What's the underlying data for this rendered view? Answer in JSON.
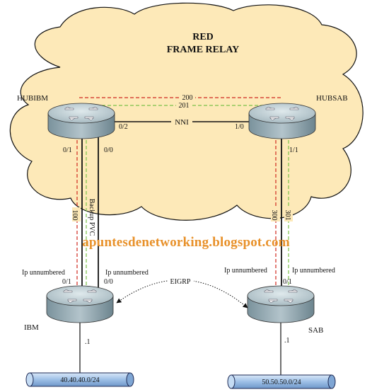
{
  "cloud": {
    "title_line1": "RED",
    "title_line2": "FRAME RELAY",
    "fill": "#fde9b8",
    "stroke": "#111111"
  },
  "routers": {
    "hubibm": {
      "name": "HUBIBM",
      "ports": {
        "p02": "0/2",
        "p01": "0/1",
        "p00": "0/0"
      }
    },
    "hubsab": {
      "name": "HUBSAB",
      "ports": {
        "p10": "1/0",
        "p11": "1/1"
      }
    },
    "ibm": {
      "name": "IBM",
      "ports": {
        "p01": "0/1",
        "p00": "0/0"
      },
      "ip_left": "Ip unnumbered",
      "ip_right": "Ip unnumbered",
      "host": ".1"
    },
    "sab": {
      "name": "SAB",
      "ports": {
        "p1": "0/1"
      },
      "ip_left": "Ip unnumbered",
      "ip_right": "Ip unnumbered",
      "host": ".1"
    }
  },
  "links": {
    "nni": "NNI",
    "dlci_200": "200",
    "dlci_201": "201",
    "dlci_100": "100",
    "backup_pvc": "Backup PVC",
    "dlci_300": "300",
    "dlci_301": "301",
    "eigrp": "EIGRP"
  },
  "networks": {
    "left": "40.40.40.0/24",
    "right": "50.50.50.0/24"
  },
  "watermark": "apuntesdenetworking.blogspot.com",
  "colors": {
    "red_pvc": "#d0281e",
    "green_pvc": "#7cc24a",
    "router_top": "#c8d6dc",
    "router_side": "#8ea4ad",
    "watermark": "#e8912a",
    "network_fill": "#a9c8ea"
  }
}
